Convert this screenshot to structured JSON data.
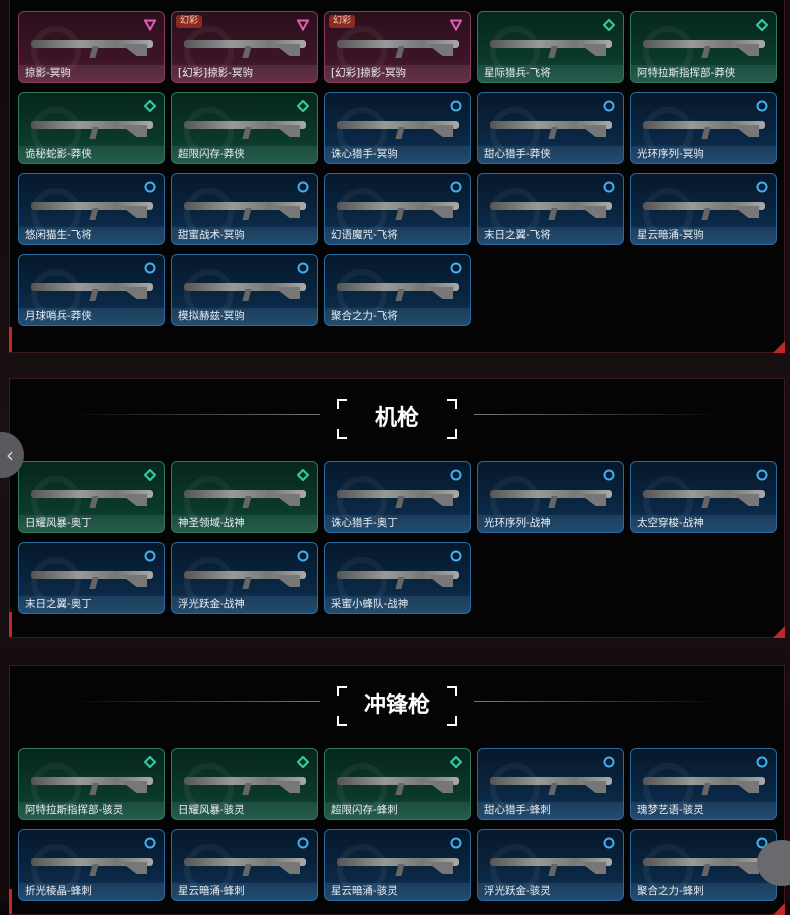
{
  "colors": {
    "purple": "#8a3a5c",
    "green": "#2e7a5a",
    "blue": "#2a6aa0",
    "accent": "#c0282c"
  },
  "sections": [
    {
      "title": "",
      "cards": [
        {
          "name": "掠影-冥驹",
          "rarity": "purple"
        },
        {
          "name": "[幻彩]掠影-冥驹",
          "rarity": "purple",
          "tag": "幻彩"
        },
        {
          "name": "[幻彩]掠影-冥驹",
          "rarity": "purple",
          "tag": "幻彩"
        },
        {
          "name": "星际猎兵-飞将",
          "rarity": "green"
        },
        {
          "name": "阿特拉斯指挥部-莽侠",
          "rarity": "green"
        },
        {
          "name": "诡秘蛇影-莽侠",
          "rarity": "green"
        },
        {
          "name": "超限闪存-莽侠",
          "rarity": "green"
        },
        {
          "name": "诛心猎手-冥驹",
          "rarity": "blue"
        },
        {
          "name": "甜心猎手-莽侠",
          "rarity": "blue"
        },
        {
          "name": "光环序列-冥驹",
          "rarity": "blue"
        },
        {
          "name": "悠闲猫生-飞将",
          "rarity": "blue"
        },
        {
          "name": "甜蜜战术-冥驹",
          "rarity": "blue"
        },
        {
          "name": "幻语魔咒-飞将",
          "rarity": "blue"
        },
        {
          "name": "末日之翼-飞将",
          "rarity": "blue"
        },
        {
          "name": "星云暗涌-冥驹",
          "rarity": "blue"
        },
        {
          "name": "月球哨兵-莽侠",
          "rarity": "blue"
        },
        {
          "name": "模拟赫兹-冥驹",
          "rarity": "blue"
        },
        {
          "name": "聚合之力-飞将",
          "rarity": "blue"
        }
      ]
    },
    {
      "title": "机枪",
      "cards": [
        {
          "name": "日耀风暴-奥丁",
          "rarity": "green"
        },
        {
          "name": "神圣领域-战神",
          "rarity": "green"
        },
        {
          "name": "诛心猎手-奥丁",
          "rarity": "blue"
        },
        {
          "name": "光环序列-战神",
          "rarity": "blue"
        },
        {
          "name": "太空穿梭-战神",
          "rarity": "blue"
        },
        {
          "name": "末日之翼-奥丁",
          "rarity": "blue"
        },
        {
          "name": "浮光跃金-战神",
          "rarity": "blue"
        },
        {
          "name": "采蜜小蜂队-战神",
          "rarity": "blue"
        }
      ]
    },
    {
      "title": "冲锋枪",
      "cards": [
        {
          "name": "阿特拉斯指挥部-骇灵",
          "rarity": "green"
        },
        {
          "name": "日耀风暴-骇灵",
          "rarity": "green"
        },
        {
          "name": "超限闪存-蜂刺",
          "rarity": "green"
        },
        {
          "name": "甜心猎手-蜂刺",
          "rarity": "blue"
        },
        {
          "name": "瑰梦艺语-骇灵",
          "rarity": "blue"
        },
        {
          "name": "折光棱晶-蜂刺",
          "rarity": "blue"
        },
        {
          "name": "星云暗涌-蜂刺",
          "rarity": "blue"
        },
        {
          "name": "星云暗涌-骇灵",
          "rarity": "blue"
        },
        {
          "name": "浮光跃金-骇灵",
          "rarity": "blue"
        },
        {
          "name": "聚合之力-蜂刺",
          "rarity": "blue"
        }
      ]
    }
  ],
  "nav": {
    "back_icon": "‹"
  }
}
